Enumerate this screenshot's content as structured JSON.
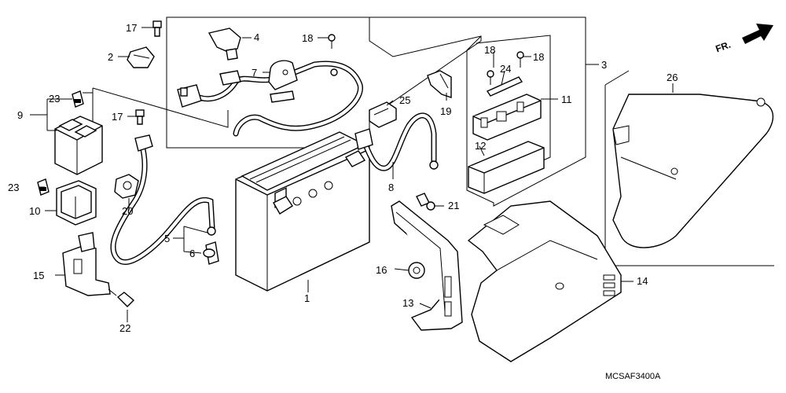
{
  "diagram": {
    "code": "MCSAF3400A",
    "direction_label": "FR.",
    "callouts": {
      "c1": "1",
      "c2": "2",
      "c3": "3",
      "c4": "4",
      "c5": "5",
      "c6": "6",
      "c7": "7",
      "c8": "8",
      "c9": "9",
      "c10": "10",
      "c11": "11",
      "c12": "12",
      "c13": "13",
      "c14": "14",
      "c15": "15",
      "c16": "16",
      "c17a": "17",
      "c17b": "17",
      "c18a": "18",
      "c18b": "18",
      "c18c": "18",
      "c19": "19",
      "c20": "20",
      "c21": "21",
      "c22": "22",
      "c23a": "23",
      "c23b": "23",
      "c24": "24",
      "c25": "25",
      "c26": "26"
    }
  }
}
